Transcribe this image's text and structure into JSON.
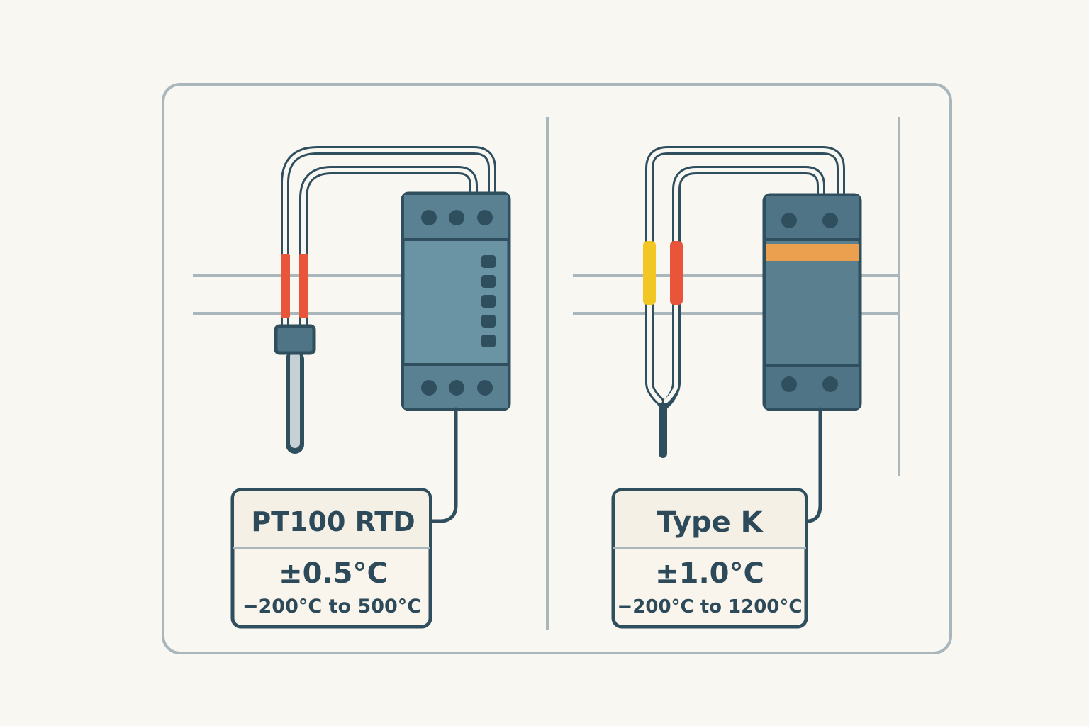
{
  "colors": {
    "background": "#f9f7f2",
    "frame": "#a9b6bc",
    "wire": "#2f4f5f",
    "module_rtd": "#6a93a4",
    "module_tc": "#5a7f8f",
    "module_band": "#4a6f80",
    "red_lead": "#e8553a",
    "yellow_lead": "#f2c623",
    "orange_band": "#eaa04e",
    "label_header": "#f5f0e6",
    "label_body": "#f9f5ec"
  },
  "left_panel": {
    "sensor_icon": "rtd-probe-icon",
    "module_icon": "din-rail-transmitter-icon",
    "label": {
      "title": "PT100 RTD",
      "accuracy": "±0.5°C",
      "range": "−200°C to 500°C"
    }
  },
  "right_panel": {
    "sensor_icon": "thermocouple-probe-icon",
    "module_icon": "din-rail-transmitter-icon",
    "label": {
      "title": "Type K",
      "accuracy": "±1.0°C",
      "range": "−200°C to 1200°C"
    }
  }
}
